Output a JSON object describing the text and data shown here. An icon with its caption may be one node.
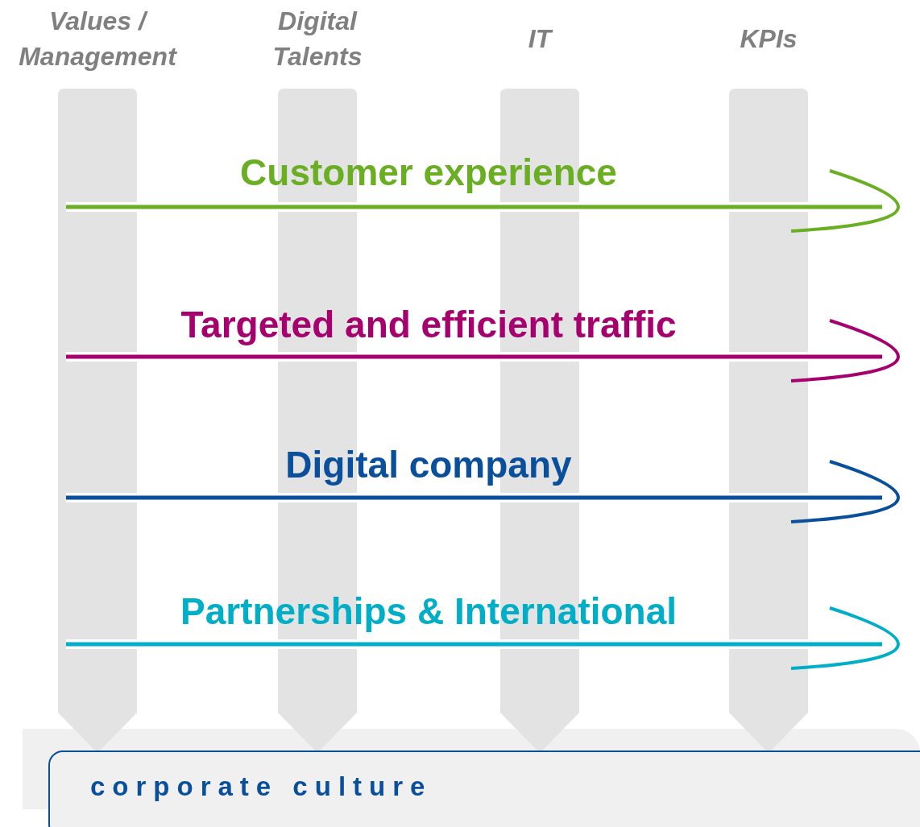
{
  "diagram": {
    "nodes": [
      {
        "text": [
          "Values / Management"
        ]
      },
      {
        "text": [
          "Digital Talents"
        ]
      },
      {
        "text": [
          "IT"
        ]
      },
      {
        "text": [
          "KPIs"
        ]
      },
      {
        "text": [
          "corporate culture"
        ]
      }
    ],
    "labels": [
      "Customer experience",
      "Targeted and efficient traffic",
      "Digital company",
      "Partnerships & International"
    ]
  }
}
